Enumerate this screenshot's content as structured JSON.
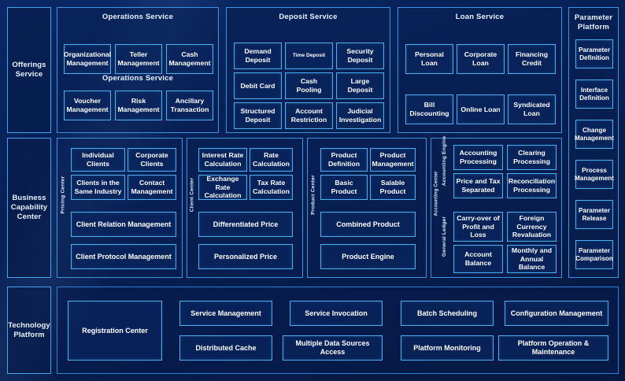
{
  "title": "Banking Platform Capability Architecture",
  "colors": {
    "background": "#072055",
    "box_border": "#4fb0f0",
    "group_border": "#3d93de",
    "band_border": "#2f7fd6",
    "text": "#ffffff"
  },
  "layers": [
    {
      "id": "offerings",
      "label": "Offerings\nService"
    },
    {
      "id": "business",
      "label": "Business\nCapability\nCenter"
    },
    {
      "id": "technology",
      "label": "Technology\nPlatform"
    }
  ],
  "sidebar": {
    "offerings_label": "Offerings Service",
    "business_label": "Business Capability Center",
    "technology_label": "Technology Platform"
  },
  "offerings_service": {
    "groups": [
      {
        "title": "Operations Service",
        "duplicate_title": "Operations Service",
        "cells": [
          "Organizational Management",
          "Teller Management",
          "Cash Management",
          "Voucher Management",
          "Risk Management",
          "Ancillary Transaction"
        ]
      },
      {
        "title": "Deposit Service",
        "cells": [
          "Demand Deposit",
          "Time Deposit",
          "Security Deposit",
          "Debit Card",
          "Cash Pooling",
          "Large Deposit",
          "Structured Deposit",
          "Account Restriction",
          "Judicial Investigation"
        ]
      },
      {
        "title": "Loan Service",
        "cells": [
          "Personal Loan",
          "Corporate Loan",
          "Financing Credit",
          "Bill Discounting",
          "Online Loan",
          "Syndicated Loan"
        ]
      }
    ]
  },
  "parameter_platform": {
    "title": "Parameter Platform",
    "cells": [
      "Parameter Definition",
      "Interface Definition",
      "Change Management",
      "Process Management",
      "Parameter Release",
      "Parameter Comparison"
    ]
  },
  "business_capability_center": {
    "columns": [
      {
        "vlabel": "Pricing Center",
        "cells": [
          "Individual Clients",
          "Corporate Clients",
          "Clients in the Same Industry",
          "Contact Management",
          "Client Relation Management",
          "Client Protocol Management"
        ]
      },
      {
        "vlabel": "Client Center",
        "cells": [
          "Interest Rate Calculation",
          "Rate Calculation",
          "Exchange Rate Calculation",
          "Tax Rate Calculation",
          "Differentiated Price",
          "Personalized Price"
        ]
      },
      {
        "vlabel": "Product Center",
        "cells": [
          "Product Definition",
          "Product Management",
          "Basic Product",
          "Salable Product",
          "Combined Product",
          "Product Engine"
        ]
      },
      {
        "vlabel": "Accounting Center",
        "subgroups": [
          {
            "vlabel": "Accounting Engine",
            "cells": [
              "Accounting Processing",
              "Clearing Processing",
              "Price and Tax Separated",
              "Reconciliation Processing"
            ]
          },
          {
            "vlabel": "General Ledger",
            "cells": [
              "Carry-over of Profit and Loss",
              "Foreign Currency Revaluation",
              "Account Balance",
              "Monthly and Annual Balance"
            ]
          }
        ]
      }
    ]
  },
  "technology_platform": {
    "registration_center": "Registration Center",
    "cells": [
      "Service Management",
      "Service Invocation",
      "Batch Scheduling",
      "Configuration Management",
      "Distributed Cache",
      "Multiple Data Sources Access",
      "Platform Monitoring",
      "Platform Operation & Maintenance"
    ]
  }
}
